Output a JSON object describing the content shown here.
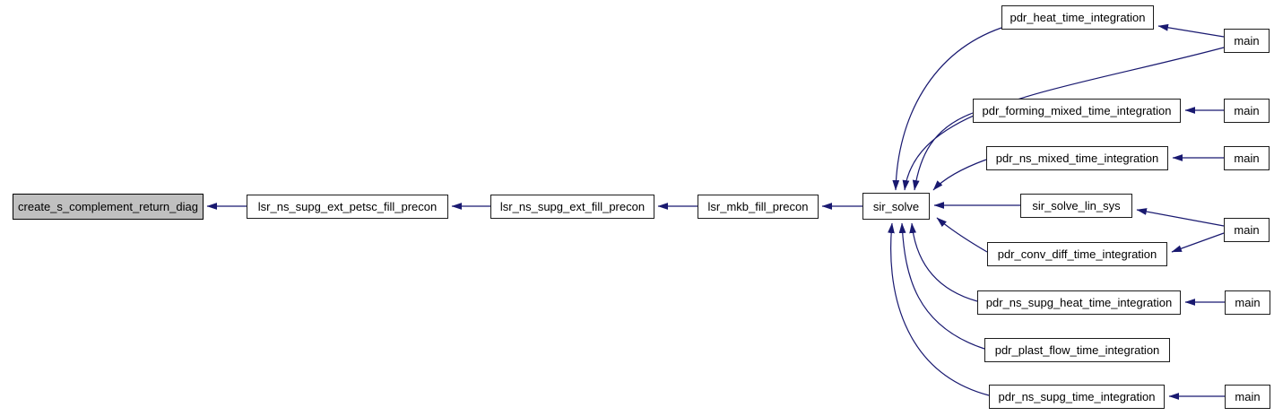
{
  "diagram": {
    "type": "call-graph",
    "colors": {
      "edge": "#191970",
      "node_border": "#1c1c1c",
      "node_fill": "#ffffff",
      "highlight_fill": "#c0c0c0",
      "text": "#000000",
      "background": "#ffffff"
    }
  },
  "nodes": [
    {
      "id": "create_s_complement_return_diag",
      "label": "create_s_complement_return_diag",
      "highlighted": true
    },
    {
      "id": "lsr_ns_supg_ext_petsc_fill_precon",
      "label": "lsr_ns_supg_ext_petsc_fill_precon",
      "highlighted": false
    },
    {
      "id": "lsr_ns_supg_ext_fill_precon",
      "label": "lsr_ns_supg_ext_fill_precon",
      "highlighted": false
    },
    {
      "id": "lsr_mkb_fill_precon",
      "label": "lsr_mkb_fill_precon",
      "highlighted": false
    },
    {
      "id": "sir_solve",
      "label": "sir_solve",
      "highlighted": false
    },
    {
      "id": "pdr_heat_time_integration",
      "label": "pdr_heat_time_integration",
      "highlighted": false
    },
    {
      "id": "main-1",
      "label": "main",
      "highlighted": false
    },
    {
      "id": "pdr_forming_mixed_time_integration",
      "label": "pdr_forming_mixed_time_integration",
      "highlighted": false
    },
    {
      "id": "main-2",
      "label": "main",
      "highlighted": false
    },
    {
      "id": "pdr_ns_mixed_time_integration",
      "label": "pdr_ns_mixed_time_integration",
      "highlighted": false
    },
    {
      "id": "main-3",
      "label": "main",
      "highlighted": false
    },
    {
      "id": "sir_solve_lin_sys",
      "label": "sir_solve_lin_sys",
      "highlighted": false
    },
    {
      "id": "main-4",
      "label": "main",
      "highlighted": false
    },
    {
      "id": "pdr_conv_diff_time_integration",
      "label": "pdr_conv_diff_time_integration",
      "highlighted": false
    },
    {
      "id": "pdr_ns_supg_heat_time_integration",
      "label": "pdr_ns_supg_heat_time_integration",
      "highlighted": false
    },
    {
      "id": "main-5",
      "label": "main",
      "highlighted": false
    },
    {
      "id": "pdr_plast_flow_time_integration",
      "label": "pdr_plast_flow_time_integration",
      "highlighted": false
    },
    {
      "id": "pdr_ns_supg_time_integration",
      "label": "pdr_ns_supg_time_integration",
      "highlighted": false
    },
    {
      "id": "main-6",
      "label": "main",
      "highlighted": false
    }
  ],
  "edges": [
    {
      "from": "lsr_ns_supg_ext_petsc_fill_precon",
      "to": "create_s_complement_return_diag"
    },
    {
      "from": "lsr_ns_supg_ext_fill_precon",
      "to": "lsr_ns_supg_ext_petsc_fill_precon"
    },
    {
      "from": "lsr_mkb_fill_precon",
      "to": "lsr_ns_supg_ext_fill_precon"
    },
    {
      "from": "sir_solve",
      "to": "lsr_mkb_fill_precon"
    },
    {
      "from": "pdr_heat_time_integration",
      "to": "sir_solve"
    },
    {
      "from": "main-1",
      "to": "pdr_heat_time_integration"
    },
    {
      "from": "main-1",
      "to": "sir_solve"
    },
    {
      "from": "pdr_forming_mixed_time_integration",
      "to": "sir_solve"
    },
    {
      "from": "main-2",
      "to": "pdr_forming_mixed_time_integration"
    },
    {
      "from": "pdr_ns_mixed_time_integration",
      "to": "sir_solve"
    },
    {
      "from": "main-3",
      "to": "pdr_ns_mixed_time_integration"
    },
    {
      "from": "sir_solve_lin_sys",
      "to": "sir_solve"
    },
    {
      "from": "main-4",
      "to": "sir_solve_lin_sys"
    },
    {
      "from": "main-4",
      "to": "pdr_conv_diff_time_integration"
    },
    {
      "from": "pdr_conv_diff_time_integration",
      "to": "sir_solve"
    },
    {
      "from": "pdr_ns_supg_heat_time_integration",
      "to": "sir_solve"
    },
    {
      "from": "main-5",
      "to": "pdr_ns_supg_heat_time_integration"
    },
    {
      "from": "pdr_plast_flow_time_integration",
      "to": "sir_solve"
    },
    {
      "from": "pdr_ns_supg_time_integration",
      "to": "sir_solve"
    },
    {
      "from": "main-6",
      "to": "pdr_ns_supg_time_integration"
    }
  ]
}
